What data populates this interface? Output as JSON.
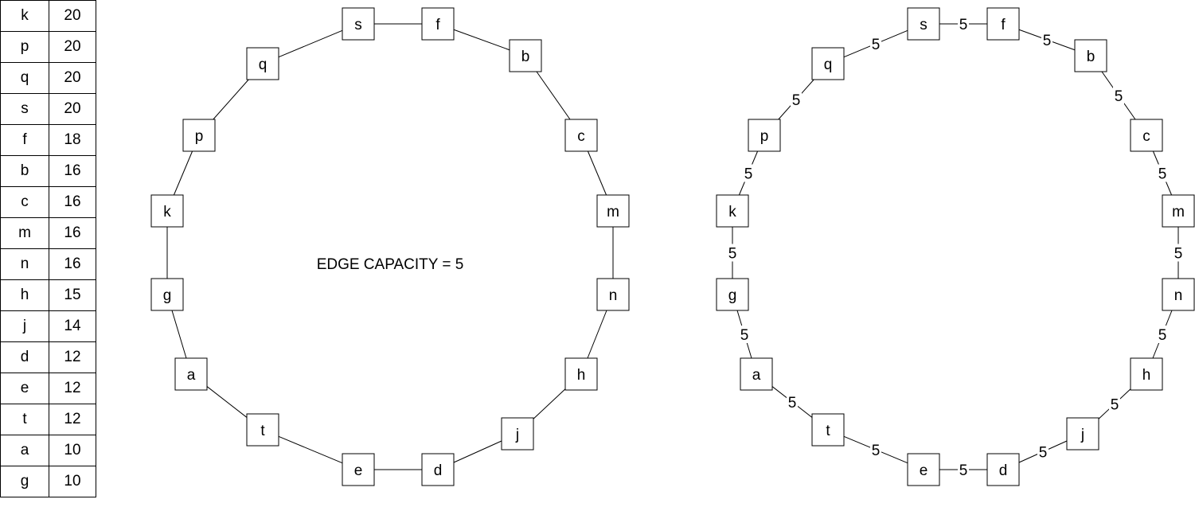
{
  "degree_table": [
    {
      "node": "k",
      "value": "20"
    },
    {
      "node": "p",
      "value": "20"
    },
    {
      "node": "q",
      "value": "20"
    },
    {
      "node": "s",
      "value": "20"
    },
    {
      "node": "f",
      "value": "18"
    },
    {
      "node": "b",
      "value": "16"
    },
    {
      "node": "c",
      "value": "16"
    },
    {
      "node": "m",
      "value": "16"
    },
    {
      "node": "n",
      "value": "16"
    },
    {
      "node": "h",
      "value": "15"
    },
    {
      "node": "j",
      "value": "14"
    },
    {
      "node": "d",
      "value": "12"
    },
    {
      "node": "e",
      "value": "12"
    },
    {
      "node": "t",
      "value": "12"
    },
    {
      "node": "a",
      "value": "10"
    },
    {
      "node": "g",
      "value": "10"
    }
  ],
  "caption": "EDGE CAPACITY = 5",
  "ring_nodes": [
    "s",
    "f",
    "b",
    "c",
    "m",
    "n",
    "h",
    "j",
    "d",
    "e",
    "t",
    "a",
    "g",
    "k",
    "p",
    "q"
  ],
  "edge_capacity_label": "5"
}
